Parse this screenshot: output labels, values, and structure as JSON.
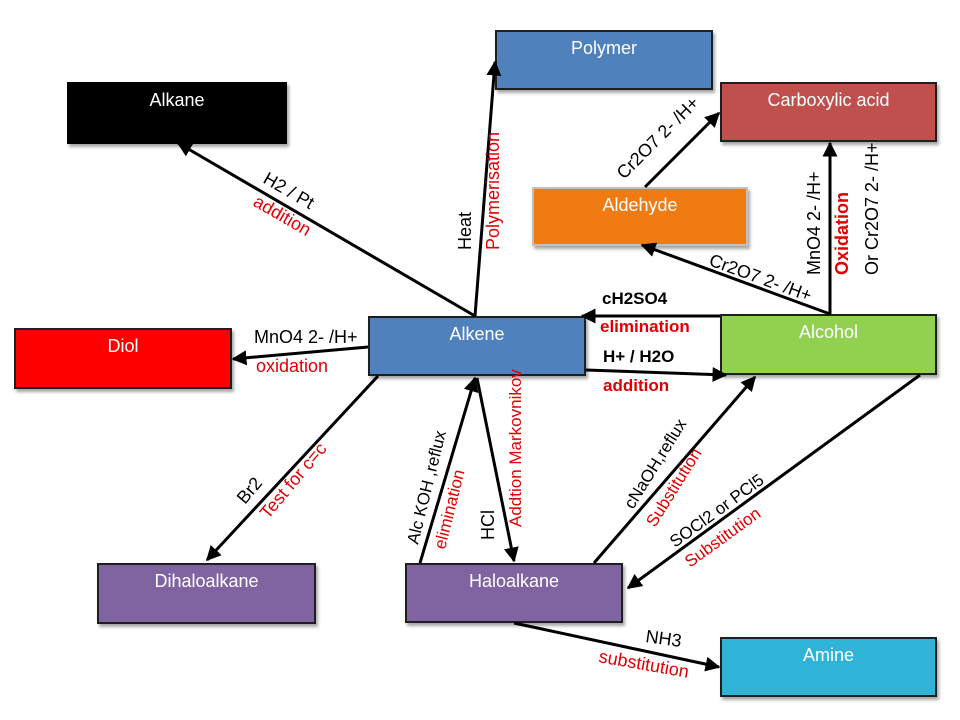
{
  "boxes": {
    "alkane": "Alkane",
    "polymer": "Polymer",
    "carboxylic_acid": "Carboxylic acid",
    "aldehyde": "Aldehyde",
    "alkene": "Alkene",
    "alcohol": "Alcohol",
    "diol": "Diol",
    "dihaloalkane": "Dihaloalkane",
    "haloalkane": "Haloalkane",
    "amine": "Amine"
  },
  "reactions": {
    "alkene_to_alkane": {
      "reagent": "H2 / Pt",
      "type": "addition"
    },
    "alkene_to_polymer": {
      "reagent": "Heat",
      "type": "Polymerisation"
    },
    "aldehyde_to_carboxylic": {
      "reagent": "Cr2O7 2- /H+"
    },
    "alcohol_to_aldehyde": {
      "reagent": "Cr2O7 2- /H+"
    },
    "alcohol_to_carboxylic": {
      "reagent": "MnO4 2- /H+",
      "type": "Oxidation",
      "alt_reagent": "Or Cr2O7 2- /H+"
    },
    "alcohol_to_alkene": {
      "reagent": "cH2SO4",
      "type": "elimination"
    },
    "alkene_to_alcohol": {
      "reagent": "H+ / H2O",
      "type": "addition"
    },
    "alkene_to_diol": {
      "reagent": "MnO4 2- /H+",
      "type": "oxidation"
    },
    "alkene_to_dihaloalkane": {
      "reagent": "Br2",
      "type": "Test for c=c"
    },
    "haloalkane_to_alkene": {
      "reagent": "Alc KOH ,reflux",
      "type": "elimination"
    },
    "alkene_to_haloalkane": {
      "reagent": "HCl",
      "type": "Addtion Markovnikov"
    },
    "haloalkane_to_alcohol": {
      "reagent": "cNaOH,reflux",
      "type": "Substitution"
    },
    "alcohol_to_haloalkane": {
      "reagent": "SOCl2 or PCl5",
      "type": "Substitution"
    },
    "haloalkane_to_amine": {
      "reagent": "NH3",
      "type": "substitution"
    }
  },
  "colors": {
    "reagent_text": "#000000",
    "type_text": "#e00000",
    "arrow": "#000000"
  }
}
